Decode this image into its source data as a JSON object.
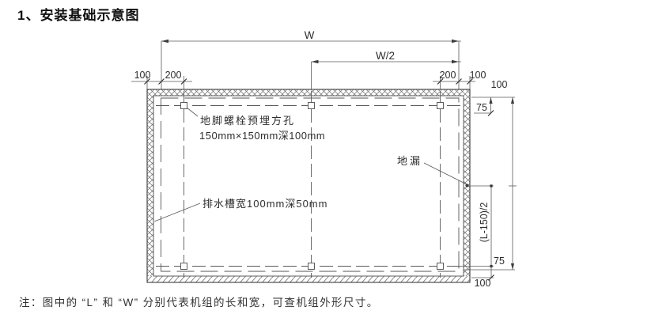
{
  "title": "1、安装基础示意图",
  "note": "注：图中的 “L” 和 “W” 分别代表机组的长和宽，可查机组外形尺寸。",
  "diagram": {
    "dimensions": {
      "w": "W",
      "w_half": "W/2",
      "tl_100": "100",
      "tl_200": "200",
      "tr_200": "200",
      "tr_100": "100",
      "r_top_100": "100",
      "r_top_75": "75",
      "r_mid": "(L-150)/2",
      "r_bottom_75": "75",
      "r_bottom_100": "100"
    },
    "labels": {
      "anchor_bolt_line1": "地脚螺栓预埋方孔",
      "anchor_bolt_line2": "150mm×150mm深100mm",
      "drain_channel": "排水槽宽100mm深50mm",
      "floor_drain": "地漏"
    }
  },
  "colors": {
    "background": "#ffffff",
    "line": "#4d4d4d",
    "text": "#2e2e2e"
  }
}
